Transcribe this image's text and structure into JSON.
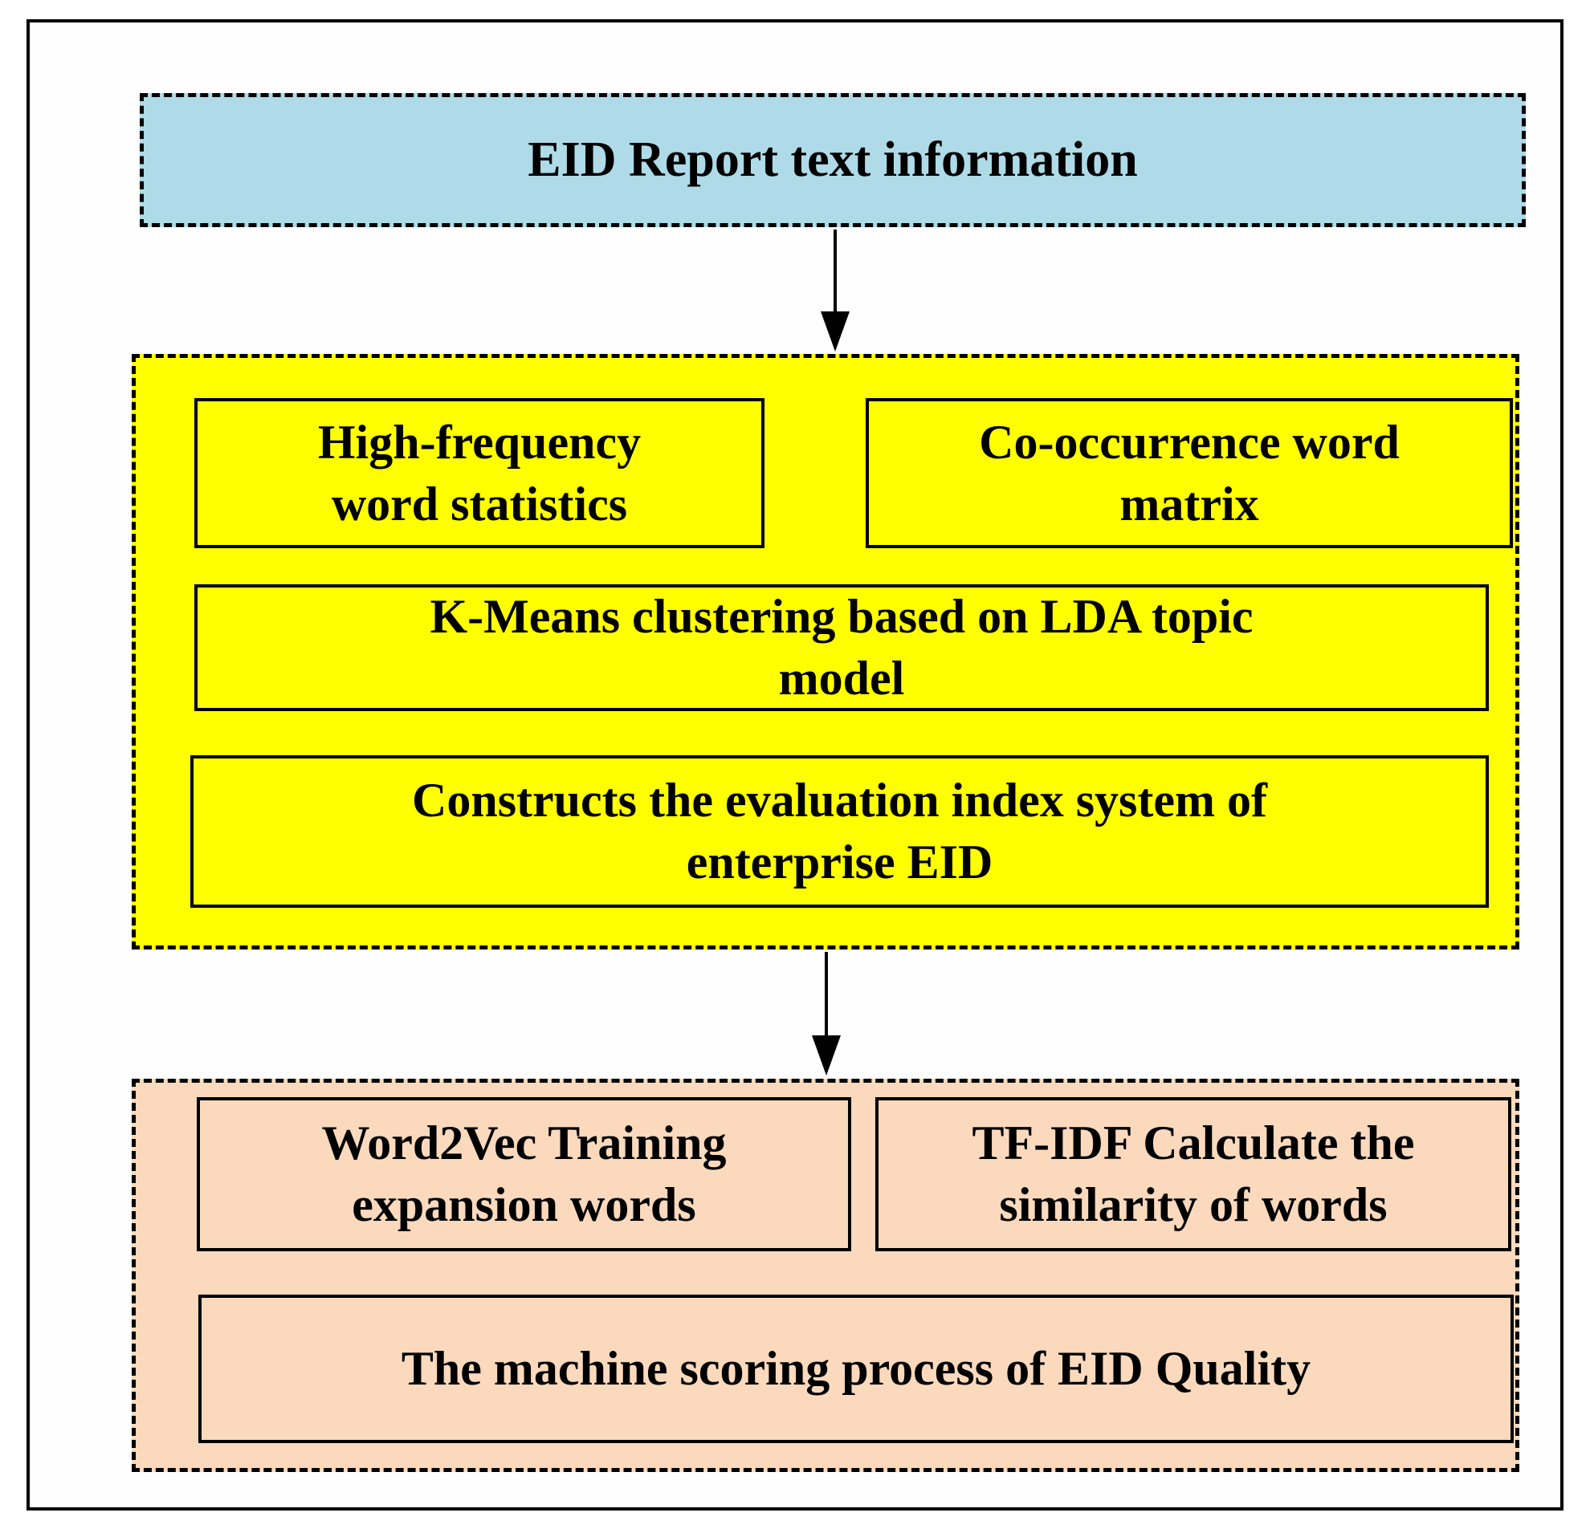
{
  "title_box": {
    "label": "EID Report text information"
  },
  "stage1": {
    "high_frequency": "High-frequency\nword statistics",
    "cooccurrence": "Co-occurrence word\nmatrix",
    "kmeans": "K-Means clustering based on LDA topic\nmodel",
    "constructs": "Constructs the evaluation index system of\nenterprise EID"
  },
  "stage2": {
    "word2vec": "Word2Vec Training\nexpansion words",
    "tfidf": "TF-IDF Calculate the\nsimilarity of words",
    "scoring": "The machine scoring process of EID Quality"
  },
  "colors": {
    "title_fill": "#aedbe7",
    "stage1_fill": "#ffff00",
    "stage2_fill": "#fad9bd",
    "line": "#000000"
  }
}
